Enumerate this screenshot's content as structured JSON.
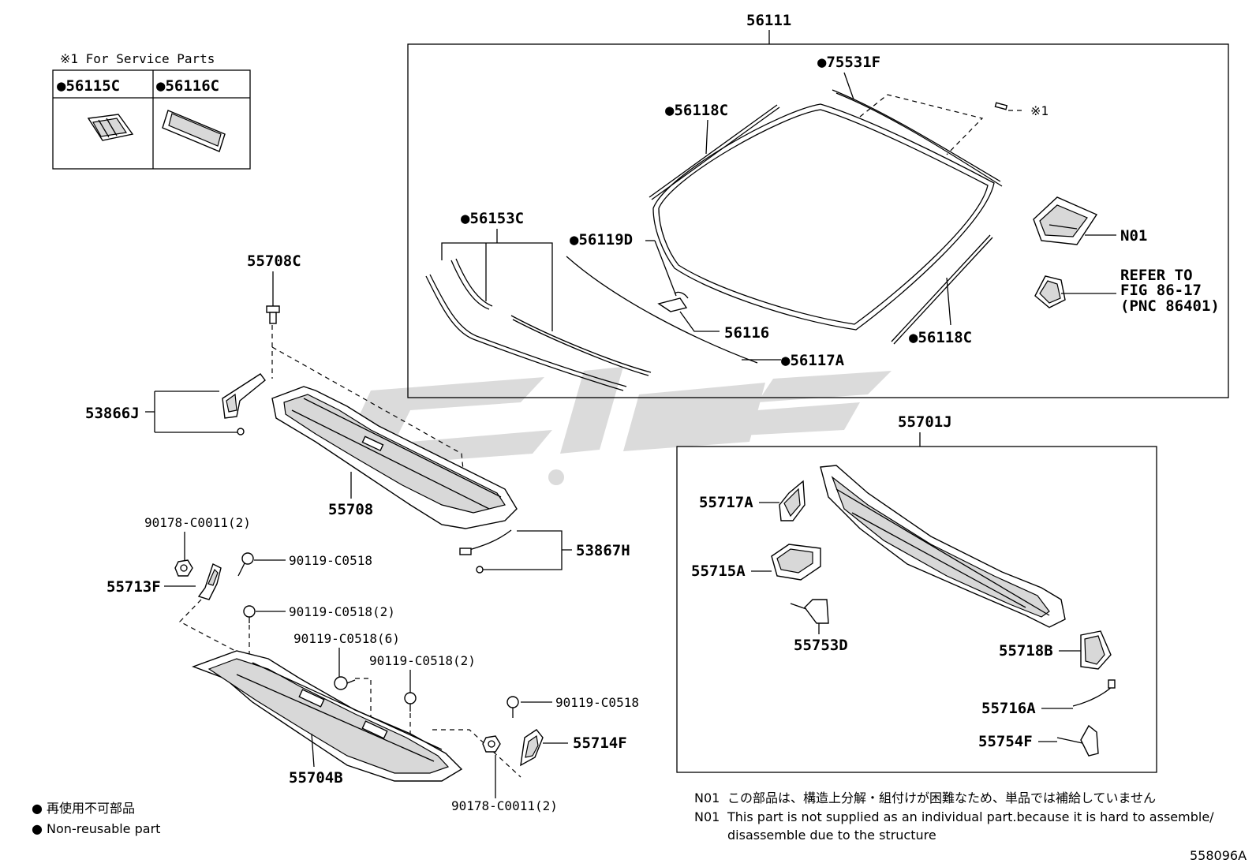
{
  "service_box": {
    "title": "※1 For Service Parts",
    "parts": [
      "●56115C",
      "●56116C"
    ]
  },
  "labels": {
    "p56111": "56111",
    "p75531F": "●75531F",
    "p56118C_top": "●56118C",
    "ref_mark": "※1",
    "p56153C": "●56153C",
    "p56119D": "●56119D",
    "pN01": "N01",
    "ref_to": "REFER TO",
    "ref_fig": "FIG 86-17",
    "ref_pnc": "(PNC 86401)",
    "p56116": "56116",
    "p56118C_bottom": "●56118C",
    "p56117A": "●56117A",
    "p55708C": "55708C",
    "p53866J": "53866J",
    "p55708": "55708",
    "p53867H": "53867H",
    "p90178_top": "90178-C0011(2)",
    "p90119_a": "90119-C0518",
    "p55713F": "55713F",
    "p90119_b": "90119-C0518(2)",
    "p90119_c": "90119-C0518(6)",
    "p90119_d": "90119-C0518(2)",
    "p90119_e": "90119-C0518",
    "p55714F": "55714F",
    "p55704B": "55704B",
    "p90178_bottom": "90178-C0011(2)",
    "p55701J": "55701J",
    "p55717A": "55717A",
    "p55715A": "55715A",
    "p55753D": "55753D",
    "p55718B": "55718B",
    "p55716A": "55716A",
    "p55754F": "55754F"
  },
  "legend": {
    "jp": "● 再使用不可部品",
    "en": "● Non-reusable part"
  },
  "notes": {
    "n01_code_1": "N01",
    "n01_jp": "この部品は、構造上分解・組付けが困難なため、単品では補給していません",
    "n01_code_2": "N01",
    "n01_en_1": "This part is not supplied as an individual part.because it is hard to assemble/",
    "n01_en_2": "disassemble due to the structure"
  },
  "figure_id": "558096A"
}
